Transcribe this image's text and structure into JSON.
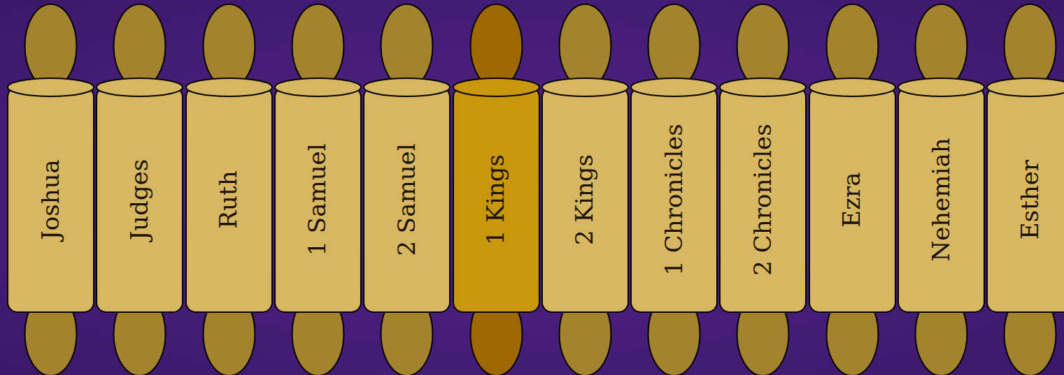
{
  "diagram": {
    "nodes": [
      {
        "text": [
          "Joshua"
        ]
      },
      {
        "text": [
          "Judges"
        ]
      },
      {
        "text": [
          "Ruth"
        ]
      },
      {
        "text": [
          "1 Samuel"
        ]
      },
      {
        "text": [
          "2 Samuel"
        ]
      },
      {
        "text": [
          "1 Kings"
        ]
      },
      {
        "text": [
          "2 Kings"
        ]
      },
      {
        "text": [
          "1 Chronicles"
        ]
      },
      {
        "text": [
          "2 Chronicles"
        ]
      },
      {
        "text": [
          "Ezra"
        ]
      },
      {
        "text": [
          "Nehemiah"
        ]
      },
      {
        "text": [
          "Esther"
        ]
      }
    ]
  }
}
